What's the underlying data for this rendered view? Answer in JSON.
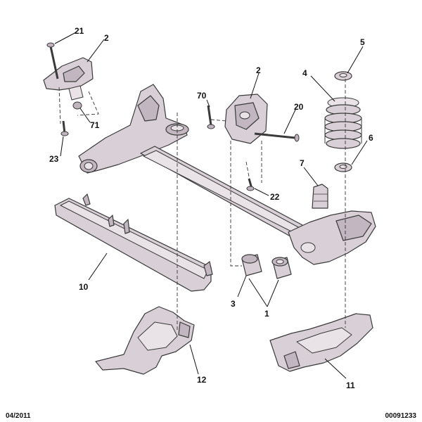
{
  "diagram": {
    "callouts": [
      {
        "id": "c21",
        "label": "21"
      },
      {
        "id": "c2a",
        "label": "2"
      },
      {
        "id": "c71",
        "label": "71"
      },
      {
        "id": "c23",
        "label": "23"
      },
      {
        "id": "c70",
        "label": "70"
      },
      {
        "id": "c2b",
        "label": "2"
      },
      {
        "id": "c20",
        "label": "20"
      },
      {
        "id": "c22",
        "label": "22"
      },
      {
        "id": "c5",
        "label": "5"
      },
      {
        "id": "c4",
        "label": "4"
      },
      {
        "id": "c6",
        "label": "6"
      },
      {
        "id": "c7",
        "label": "7"
      },
      {
        "id": "c10",
        "label": "10"
      },
      {
        "id": "c3",
        "label": "3"
      },
      {
        "id": "c1",
        "label": "1"
      },
      {
        "id": "c12",
        "label": "12"
      },
      {
        "id": "c11",
        "label": "11"
      }
    ],
    "footer": {
      "date": "04/2011",
      "reference": "00091233"
    },
    "colors": {
      "part_fill": "#d9cfd7",
      "outline": "#3a3a3a"
    }
  }
}
